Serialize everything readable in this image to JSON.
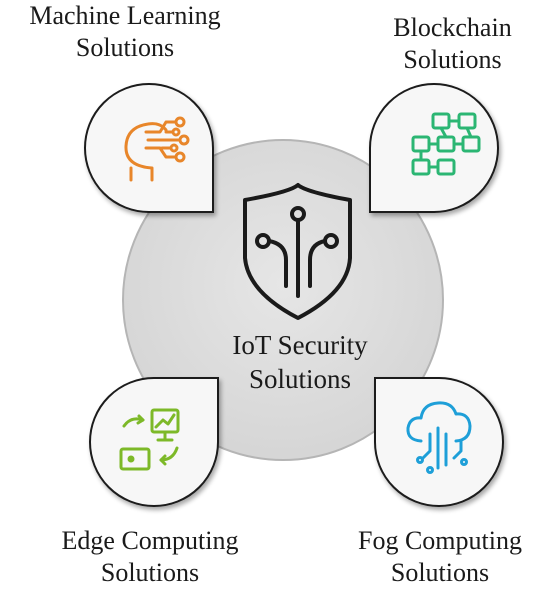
{
  "center": {
    "line1": "IoT Security",
    "line2": "Solutions",
    "icon": "shield-circuit-icon"
  },
  "nodes": {
    "ml": {
      "line1": "Machine Learning",
      "line2": "Solutions",
      "icon": "ai-head-icon",
      "color": "#E8862A"
    },
    "blockchain": {
      "line1": "Blockchain",
      "line2": "Solutions",
      "icon": "blockchain-blocks-icon",
      "color": "#2BB673"
    },
    "edge": {
      "line1": "Edge Computing",
      "line2": "Solutions",
      "icon": "edge-devices-icon",
      "color": "#7DB928"
    },
    "fog": {
      "line1": "Fog Computing",
      "line2": "Solutions",
      "icon": "cloud-circuit-icon",
      "color": "#1E9FD8"
    }
  },
  "colors": {
    "center_fill": "#DCDCDC",
    "node_fill": "#F7F7F7",
    "outline": "#1a1a1a",
    "shield": "#1a1a1a"
  }
}
